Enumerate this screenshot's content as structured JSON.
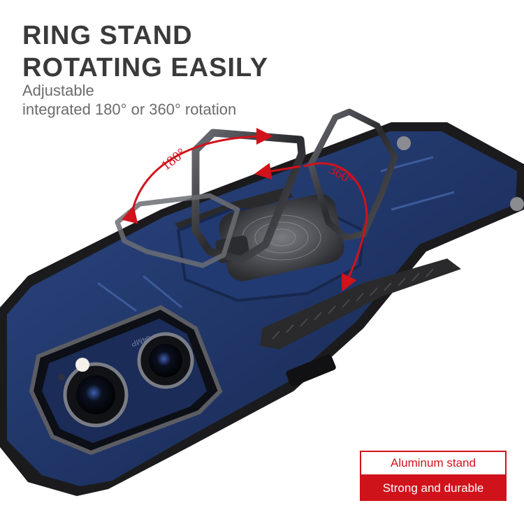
{
  "headline": {
    "line1": "RING STAND",
    "line2": "ROTATING EASILY"
  },
  "subtitle": {
    "line1": "Adjustable",
    "line2": "integrated 180° or 360° rotation"
  },
  "rotation_labels": {
    "left": "180°",
    "right": "360°"
  },
  "camera_label": "64MP",
  "badges": {
    "material": "Aluminum stand",
    "quality": "Strong and durable"
  },
  "colors": {
    "accent_red": "#d0121b",
    "case_blue": "#22386a",
    "bumper_black": "#1b1b1d",
    "headline_gray": "#3a3a3a"
  }
}
